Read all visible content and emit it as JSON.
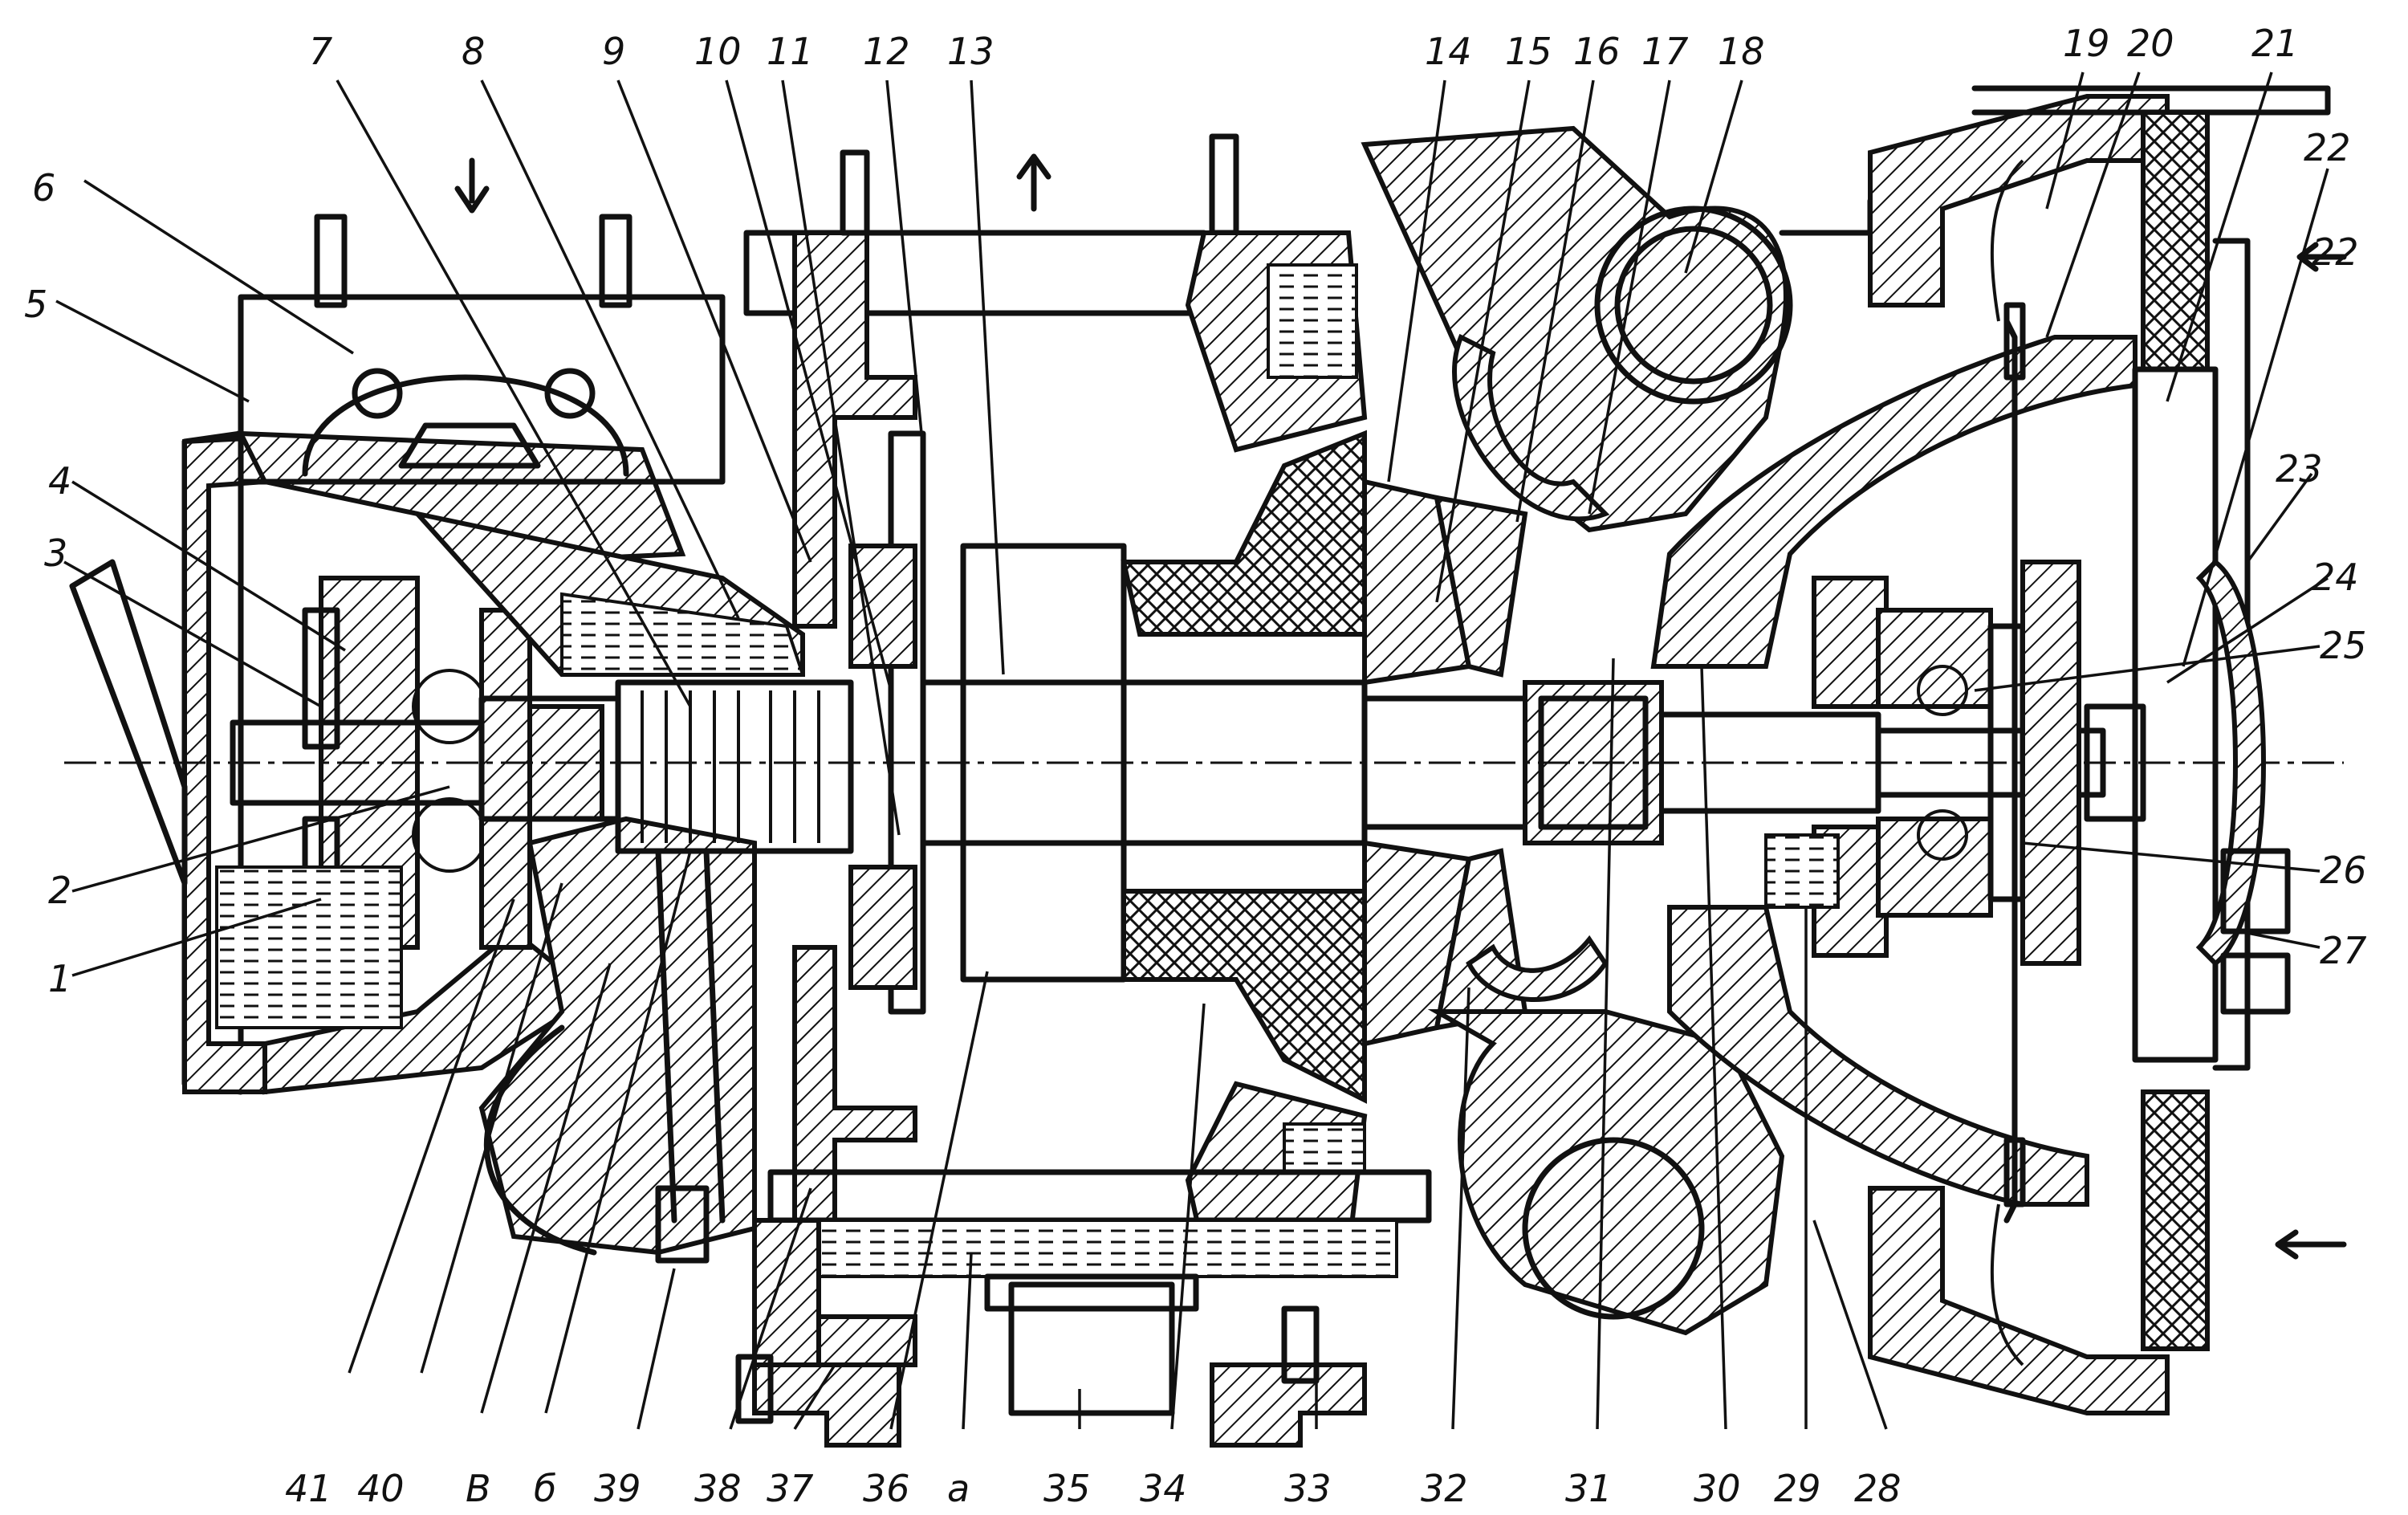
{
  "labels_top": [
    "6",
    "7",
    "8",
    "9",
    "10",
    "11",
    "12",
    "13",
    "14",
    "15",
    "16",
    "17",
    "18",
    "19",
    "20",
    "21",
    "22"
  ],
  "labels_right": [
    "22",
    "23",
    "24",
    "25",
    "26",
    "27"
  ],
  "labels_left": [
    "5",
    "4",
    "3",
    "2",
    "1"
  ],
  "labels_bottom": [
    "41",
    "40",
    "В",
    "б",
    "39",
    "38",
    "37",
    "36",
    "а",
    "35",
    "34",
    "33",
    "32",
    "31",
    "30",
    "29",
    "28"
  ]
}
